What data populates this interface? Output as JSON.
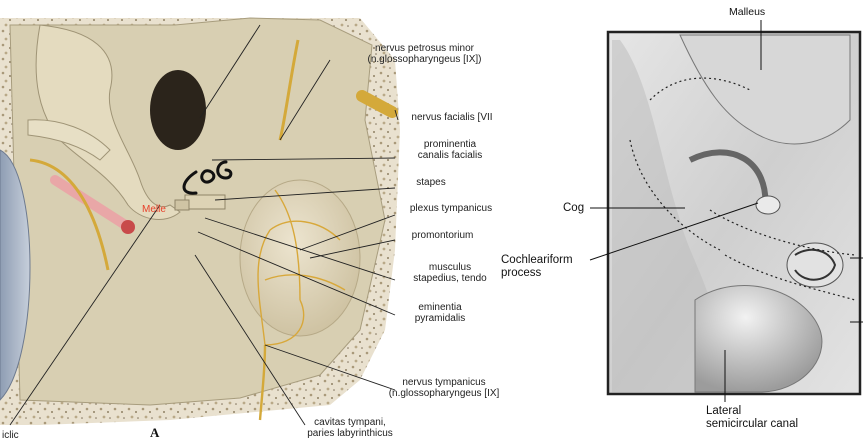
{
  "figure_a": {
    "panel_letter": "A",
    "marker_labels": {
      "cog": "COG",
      "malleus_mark": "Melle"
    },
    "labels": [
      {
        "id": "nervus-petrosus-minor",
        "lines": [
          "nervus petrosus minor",
          "(n.glossopharyngeus [IX])"
        ]
      },
      {
        "id": "nervus-facialis",
        "lines": [
          "nervus facialis [VII"
        ]
      },
      {
        "id": "prominentia-canalis-facialis",
        "lines": [
          "prominentia",
          "canalis facialis"
        ]
      },
      {
        "id": "stapes",
        "lines": [
          "stapes"
        ]
      },
      {
        "id": "plexus-tympanicus",
        "lines": [
          "plexus tympanicus"
        ]
      },
      {
        "id": "promontorium",
        "lines": [
          "promontorium"
        ]
      },
      {
        "id": "musculus-stapedius",
        "lines": [
          "musculus",
          "stapedius, tendo"
        ]
      },
      {
        "id": "eminentia-pyramidalis",
        "lines": [
          "eminentia",
          "pyramidalis"
        ]
      },
      {
        "id": "nervus-tympanicus",
        "lines": [
          "nervus tympanicus",
          "(n.glossopharyngeus [IX]"
        ]
      },
      {
        "id": "cavitas-tympani",
        "lines": [
          "cavitas tympani,",
          "paries labyrinthicus"
        ]
      },
      {
        "id": "cut-label-bottom-left",
        "lines": [
          "iclic"
        ]
      }
    ]
  },
  "figure_b": {
    "labels": {
      "malleus": "Malleus",
      "cog": "Cog",
      "cochleariform_line1": "Cochleariform",
      "cochleariform_line2": "process",
      "lateral_line1": "Lateral",
      "lateral_line2": "semicircular canal"
    }
  },
  "colors": {
    "bone": "#d8cfb2",
    "bone_shadow": "#a89d7e",
    "nerve": "#d4a93a",
    "marker_red": "#e8402a",
    "leader_line": "#222222"
  }
}
